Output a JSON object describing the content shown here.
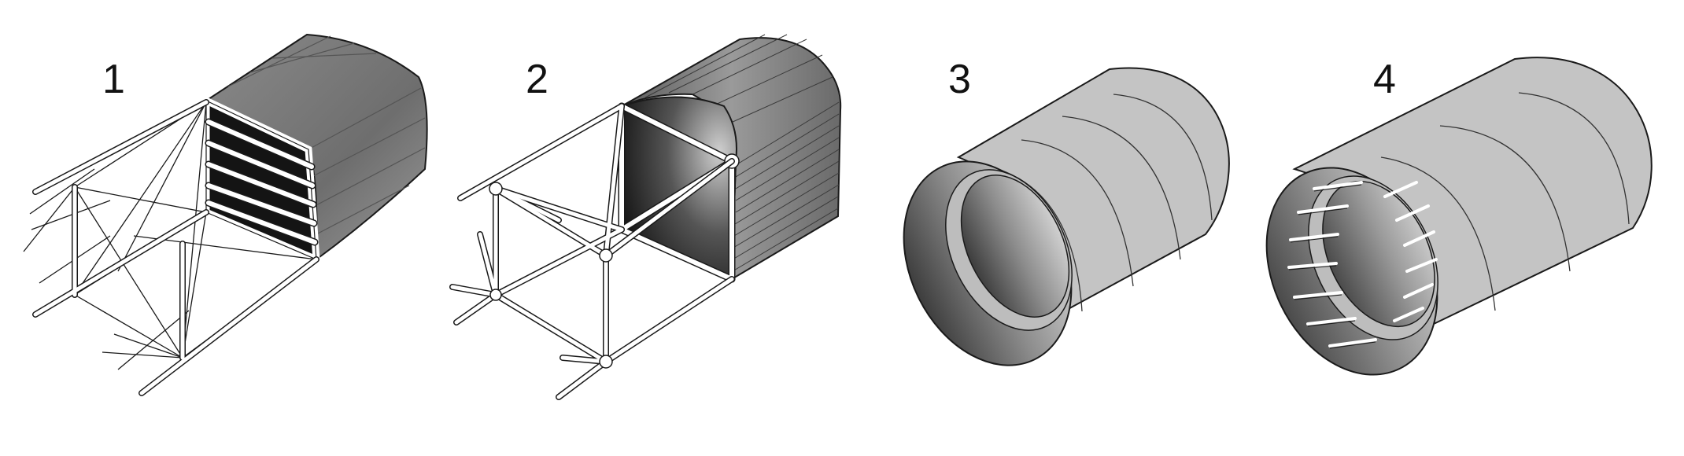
{
  "panels": [
    {
      "label": "1",
      "construction": "truss-frame-with-stringers-and-skin"
    },
    {
      "label": "2",
      "construction": "truss-frame-with-bulkhead-and-corrugated-skin"
    },
    {
      "label": "3",
      "construction": "monocoque-shell-with-ring-frames"
    },
    {
      "label": "4",
      "construction": "semi-monocoque-shell-with-frames-and-stringers"
    }
  ],
  "colors": {
    "stroke": "#1a1a1a",
    "tube": "#ffffff",
    "skin_light": "#c4c4c4",
    "skin_dark": "#7a7a7a",
    "interior_dark": "#111111"
  }
}
